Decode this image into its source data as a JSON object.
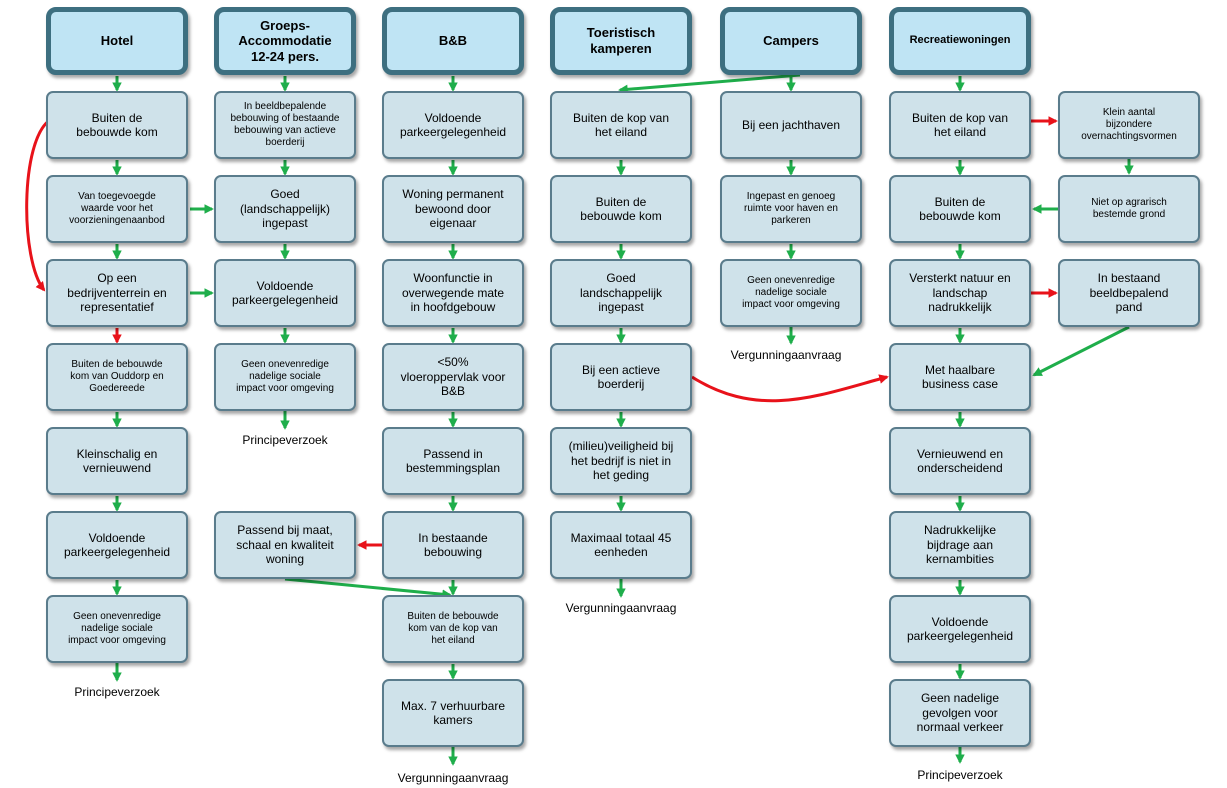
{
  "headers": {
    "hotel": "Hotel",
    "groeps": "Groeps-\nAccommodatie\n12-24 pers.",
    "bnb": "B&B",
    "kamperen": "Toeristisch\nkamperen",
    "campers": "Campers",
    "recreatie": "Recreatiewoningen"
  },
  "hotel": {
    "n1": "Buiten de\nbebouwde kom",
    "n2": "Van toegevoegde\nwaarde voor het\nvoorzieningenaanbod",
    "n3": "Op een\nbedrijventerrein en\nrepresentatief",
    "n4": "Buiten de bebouwde\nkom van Ouddorp en\nGoedereede",
    "n5": "Kleinschalig en\nvernieuwend",
    "n6": "Voldoende\nparkeergelegenheid",
    "n7": "Geen onevenredige\nnadelige sociale\nimpact voor omgeving",
    "outcome": "Principeverzoek"
  },
  "groeps": {
    "n1": "In beeldbepalende\nbebouwing of bestaande\nbebouwing van actieve\nboerderij",
    "n2": "Goed\n(landschappelijk)\ningepast",
    "n3": "Voldoende\nparkeergelegenheid",
    "n4": "Geen onevenredige\nnadelige sociale\nimpact voor omgeving",
    "outcome": "Principeverzoek",
    "side": "Passend bij maat,\nschaal en kwaliteit\nwoning"
  },
  "bnb": {
    "n1": "Voldoende\nparkeergelegenheid",
    "n2": "Woning permanent\nbewoond door\neigenaar",
    "n3": "Woonfunctie in\noverwegende mate\nin hoofdgebouw",
    "n4": "<50%\nvloeroppervlak voor\nB&B",
    "n5": "Passend in\nbestemmingsplan",
    "n6": "In bestaande\nbebouwing",
    "n7": "Buiten de bebouwde\nkom van de kop van\nhet eiland",
    "n8": "Max. 7 verhuurbare\nkamers",
    "outcome": "Vergunningaanvraag"
  },
  "kamperen": {
    "n1": "Buiten de kop van\nhet eiland",
    "n2": "Buiten de\nbebouwde kom",
    "n3": "Goed\nlandschappelijk\ningepast",
    "n4": "Bij een actieve\nboerderij",
    "n5": "(milieu)veiligheid bij\nhet bedrijf is niet in\nhet geding",
    "n6": "Maximaal totaal 45\neenheden",
    "outcome": "Vergunningaanvraag"
  },
  "campers": {
    "n1": "Bij een jachthaven",
    "n2": "Ingepast en genoeg\nruimte voor haven en\nparkeren",
    "n3": "Geen onevenredige\nnadelige sociale\nimpact voor omgeving",
    "outcome": "Vergunningaanvraag"
  },
  "recreatie": {
    "n1": "Buiten de kop van\nhet eiland",
    "n2": "Buiten de\nbebouwde kom",
    "n3": "Versterkt natuur en\nlandschap\nnadrukkelijk",
    "n4": "Met haalbare\nbusiness case",
    "n5": "Vernieuwend en\nonderscheidend",
    "n6": "Nadrukkelijke\nbijdrage aan\nkernambities",
    "n7": "Voldoende\nparkeergelegenheid",
    "n8": "Geen nadelige\ngevolgen voor\nnormaal verkeer",
    "outcome": "Principeverzoek",
    "side1": "Klein aantal\nbijzondere\novernachtingsvormen",
    "side2": "Niet op agrarisch\nbestemde grond",
    "side3": "In bestaand\nbeeldbepalend\npand"
  },
  "colors": {
    "green_arrow": "#1fae4b",
    "red_arrow": "#e8121a",
    "node_fill": "#cfe2ea",
    "header_fill": "#bfe4f4",
    "border": "#3d6f80"
  }
}
